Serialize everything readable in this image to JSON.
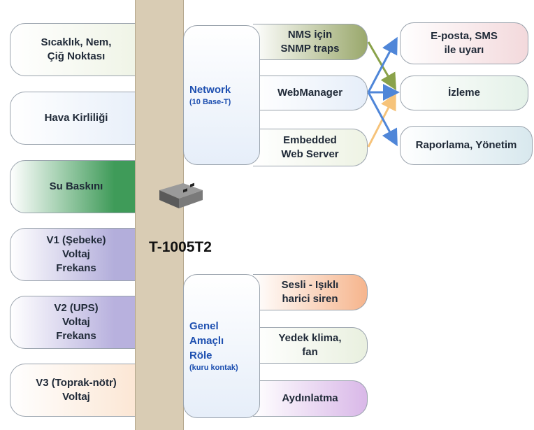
{
  "device": {
    "title": "T-1005T2"
  },
  "sensors": [
    {
      "label": "Sıcaklık, Nem,\nÇiğ Noktası",
      "color": "#eef3e4"
    },
    {
      "label": "Hava Kirliliği",
      "color": "#e6eef9"
    },
    {
      "label": "Su Baskını",
      "color": "#3f9b59"
    },
    {
      "label": "V1 (Şebeke)\nVoltaj\nFrekans",
      "color": "#b3aedb"
    },
    {
      "label": "V2 (UPS)\nVoltaj\nFrekans",
      "color": "#b8b1de"
    },
    {
      "label": "V3 (Toprak-nötr)\nVoltaj",
      "color": "#fbe4d0"
    }
  ],
  "network": {
    "title": "Network",
    "subtitle": "(10 Base-T)",
    "outputs": [
      {
        "label": "NMS için\nSNMP traps",
        "color": "#9aa86c"
      },
      {
        "label": "WebManager",
        "color": "#e6eef9"
      },
      {
        "label": "Embedded\nWeb Server",
        "color": "#eef3e4"
      }
    ]
  },
  "relay": {
    "title": "Genel\nAmaçlı\nRöle",
    "subtitle": "(kuru kontak)",
    "outputs": [
      {
        "label": "Sesli - Işıklı\nharici siren",
        "color": "#f6b58d"
      },
      {
        "label": "Yedek klima,\nfan",
        "color": "#e9f0df"
      },
      {
        "label": "Aydınlatma",
        "color": "#d9b8e8"
      }
    ]
  },
  "destinations": [
    {
      "label": "E-posta, SMS\nile uyarı",
      "color": "#f3d9dc"
    },
    {
      "label": "İzleme",
      "color": "#e4f1e8"
    },
    {
      "label": "Raporlama, Yönetim",
      "color": "#d8e8ee"
    }
  ],
  "colors": {
    "arrow_green": "#8aa24a",
    "arrow_blue": "#4f86d8",
    "arrow_orange": "#f6c37a",
    "hub_text": "#1d4fb0",
    "spine": "#d9ccb4"
  }
}
